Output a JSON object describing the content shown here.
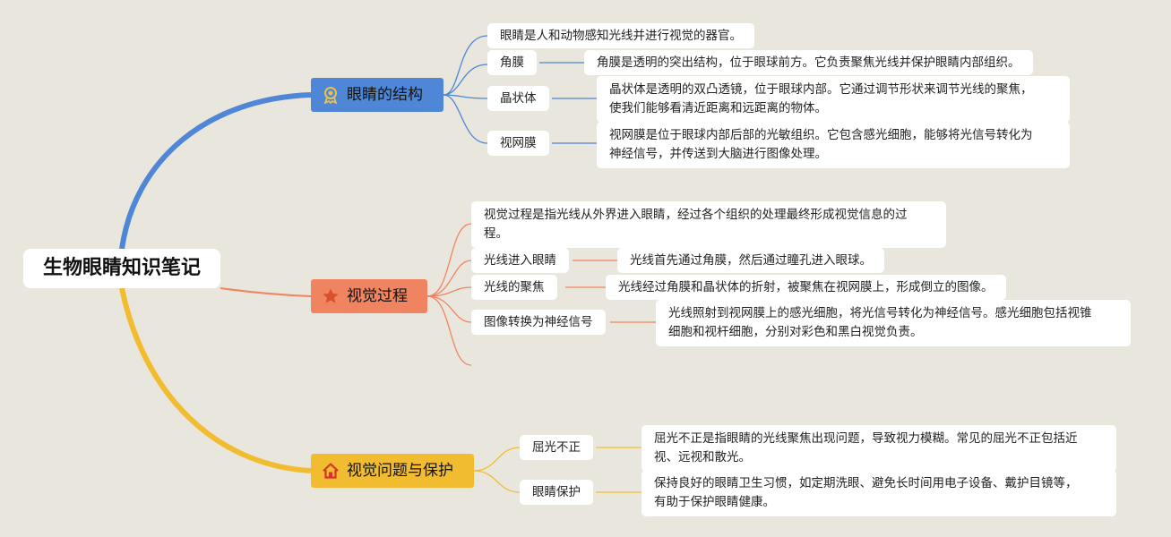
{
  "root": {
    "title": "生物眼睛知识笔记"
  },
  "branches": [
    {
      "label": "眼睛的结构",
      "color": "#4f86d6",
      "icon": "award-medal-icon",
      "intro": "眼睛是人和动物感知光线并进行视觉的器官。",
      "items": [
        {
          "label": "角膜",
          "desc": "角膜是透明的突出结构，位于眼球前方。它负责聚焦光线并保护眼睛内部组织。"
        },
        {
          "label": "晶状体",
          "desc_lines": [
            "晶状体是透明的双凸透镜，位于眼球内部。它通过调节形状来调节光线的聚焦，",
            "使我们能够看清近距离和远距离的物体。"
          ]
        },
        {
          "label": "视网膜",
          "desc_lines": [
            "视网膜是位于眼球内部后部的光敏组织。它包含感光细胞，能够将光信号转化为",
            "神经信号，并传送到大脑进行图像处理。"
          ]
        }
      ]
    },
    {
      "label": "视觉过程",
      "color": "#f08360",
      "icon": "star-icon",
      "intro_lines": [
        "视觉过程是指光线从外界进入眼睛，经过各个组织的处理最终形成视觉信息的过",
        "程。"
      ],
      "items": [
        {
          "label": "光线进入眼睛",
          "desc": "光线首先通过角膜，然后通过瞳孔进入眼球。"
        },
        {
          "label": "光线的聚焦",
          "desc": "光线经过角膜和晶状体的折射，被聚焦在视网膜上，形成倒立的图像。"
        },
        {
          "label": "图像转换为神经信号",
          "desc_lines": [
            "光线照射到视网膜上的感光细胞，将光信号转化为神经信号。感光细胞包括视锥",
            "细胞和视杆细胞，分别对彩色和黑白视觉负责。"
          ]
        }
      ]
    },
    {
      "label": "视觉问题与保护",
      "color": "#f2bc30",
      "icon": "home-icon",
      "items": [
        {
          "label": "屈光不正",
          "desc_lines": [
            "屈光不正是指眼睛的光线聚焦出现问题，导致视力模糊。常见的屈光不正包括近",
            "视、远视和散光。"
          ]
        },
        {
          "label": "眼睛保护",
          "desc_lines": [
            "保持良好的眼睛卫生习惯，如定期洗眼、避免长时间用电子设备、戴护目镜等，",
            "有助于保护眼睛健康。"
          ]
        }
      ]
    }
  ]
}
